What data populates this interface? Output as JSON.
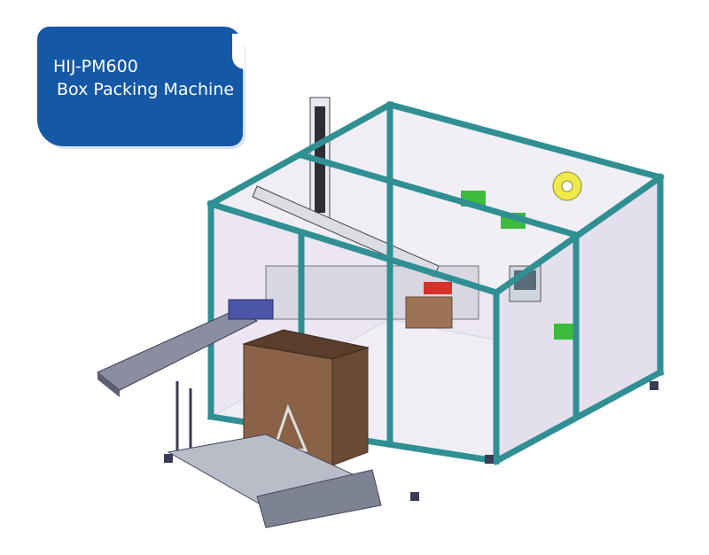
{
  "badge": {
    "model": "HIJ-PM600",
    "name": "Box Packing Machine",
    "color": "#1558a6"
  },
  "illustration": {
    "subject": "box-packing-machine",
    "frame_color": "#2f8f93",
    "panel_color": "#e7e2ef",
    "carton_color": "#8a6248",
    "tape_color": "#f0e94a",
    "green_part_color": "#3dbb3d",
    "red_part_color": "#d6322a"
  }
}
